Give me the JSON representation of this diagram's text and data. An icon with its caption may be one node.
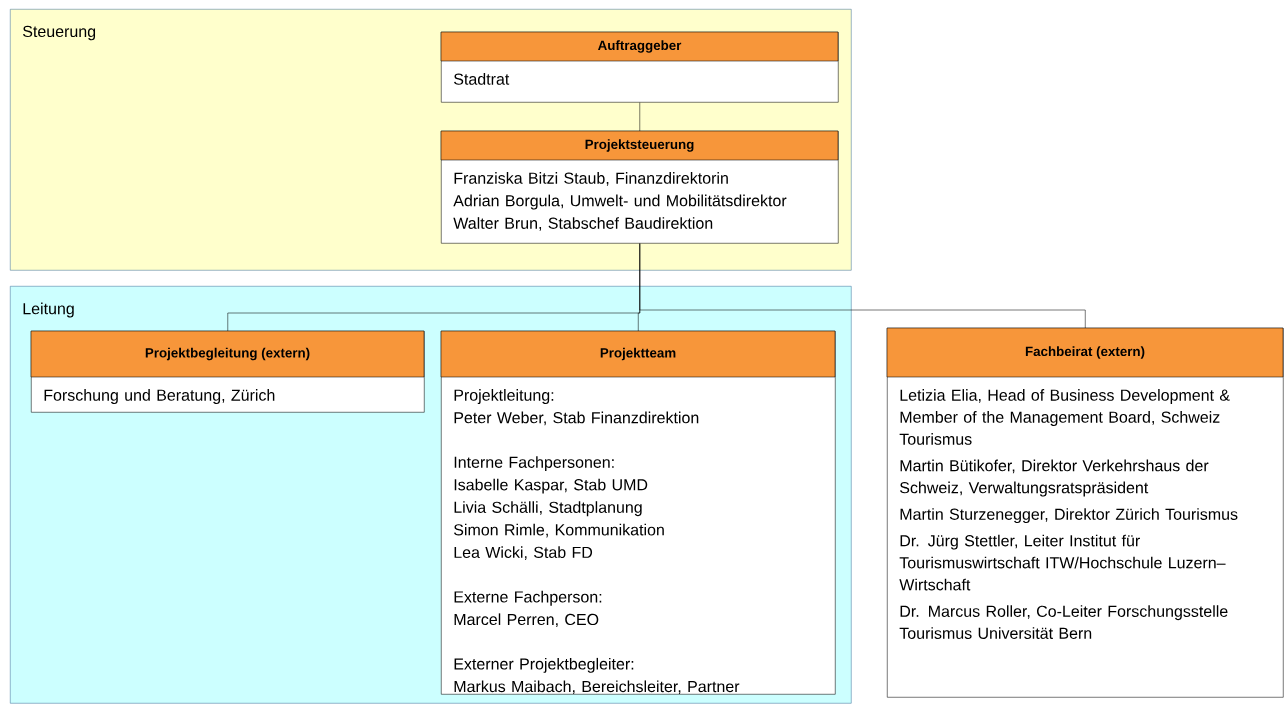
{
  "diagram": {
    "nodes": [
      {
        "text": [
          "Steuerung"
        ]
      },
      {
        "text": [
          "Auftraggeber",
          "Stadtrat"
        ],
        "in": 0
      },
      {
        "text": [
          "Projektsteuerung",
          "Franziska Bitzi Staub, Finanzdirektorin",
          "Adrian Borgula, Umwelt- und Mobilitätsdirektor",
          "Walter Brun, Stabschef Baudirektion"
        ],
        "in": 0
      },
      {
        "text": [
          "Leitung"
        ]
      },
      {
        "text": [
          "Projektbegleitung (extern)",
          "Forschung und Beratung, Zürich"
        ],
        "in": 3
      },
      {
        "text": [
          "Projektteam",
          "Projektleitung:",
          "Peter Weber, Stab Finanzdirektion",
          "Interne Fachpersonen:",
          "Isabelle Kaspar, Stab UMD",
          "Livia Schälli, Stadtplanung",
          "Simon Rimle, Kommunikation",
          "Lea Wicki, Stab FD",
          "Externe Fachperson:",
          "Marcel Perren, CEO",
          "Externer Projektbegleiter:",
          "Markus Maibach, Bereichsleiter, Partner"
        ],
        "in": 3
      },
      {
        "text": [
          "Fachbeirat (extern)",
          "Letizia Elia, Head of Business Development & Member of the Management Board, Schweiz Tourismus",
          "Martin Bütikofer, Direktor Verkehrshaus der Schweiz, Verwaltungsratspräsident",
          "Martin Sturzenegger, Direktor Zürich Tourismus",
          "Dr. Jürg Stettler, Leiter Institut für Tourismuswirtschaft ITW/Hochschule Luzern–Wirtschaft",
          "Dr. Marcus Roller, Co-Leiter Forschungsstelle Tourismus Universität Bern"
        ]
      }
    ],
    "edges": [
      {
        "from": 1,
        "to": 2,
        "arrow": "none"
      },
      {
        "from": 2,
        "to": 4,
        "arrow": "none"
      },
      {
        "from": 2,
        "to": 5,
        "arrow": "none"
      },
      {
        "from": 2,
        "to": 6,
        "arrow": "none"
      }
    ]
  }
}
